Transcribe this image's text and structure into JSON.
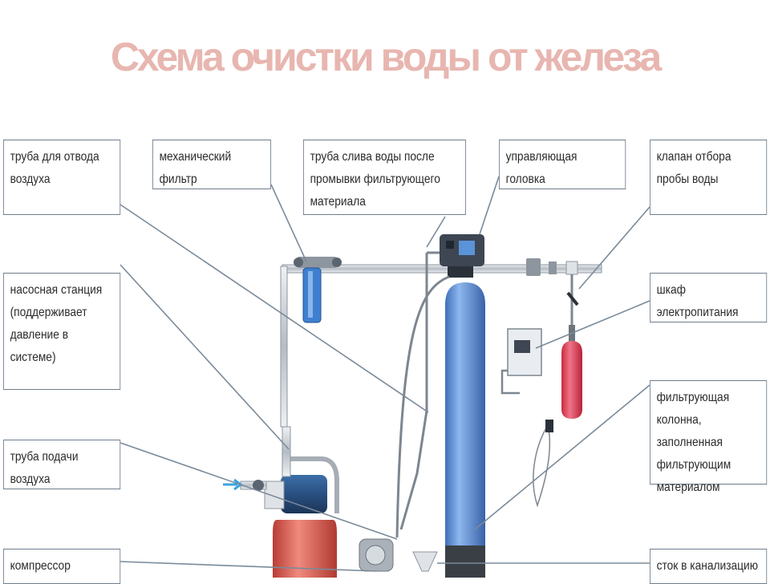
{
  "title": "Схема очистки воды от железа",
  "labels": {
    "air_vent_pipe": "труба для отвода воздуха",
    "mechanical_filter": "механический фильтр",
    "backwash_drain_pipe": "труба слива воды после промывки фильтрующего материала",
    "control_head": "управляющая головка",
    "sampling_valve": "клапан отбора пробы воды",
    "pump_station": "насосная станция (поддерживает давление в системе)",
    "power_cabinet": "шкаф электропитания",
    "filter_column": "фильтрующая колонна, заполненная фильтрующим материалом",
    "air_supply_pipe": "труба подачи воздуха",
    "compressor": "компрессор",
    "sewer_drain": "сток в канализацию"
  },
  "colors": {
    "title": "#e8b6b0",
    "column": "#5b8fd6",
    "tank": "#d9544a",
    "pipe": "#c4c9ce",
    "leader": "#7a8a99"
  }
}
